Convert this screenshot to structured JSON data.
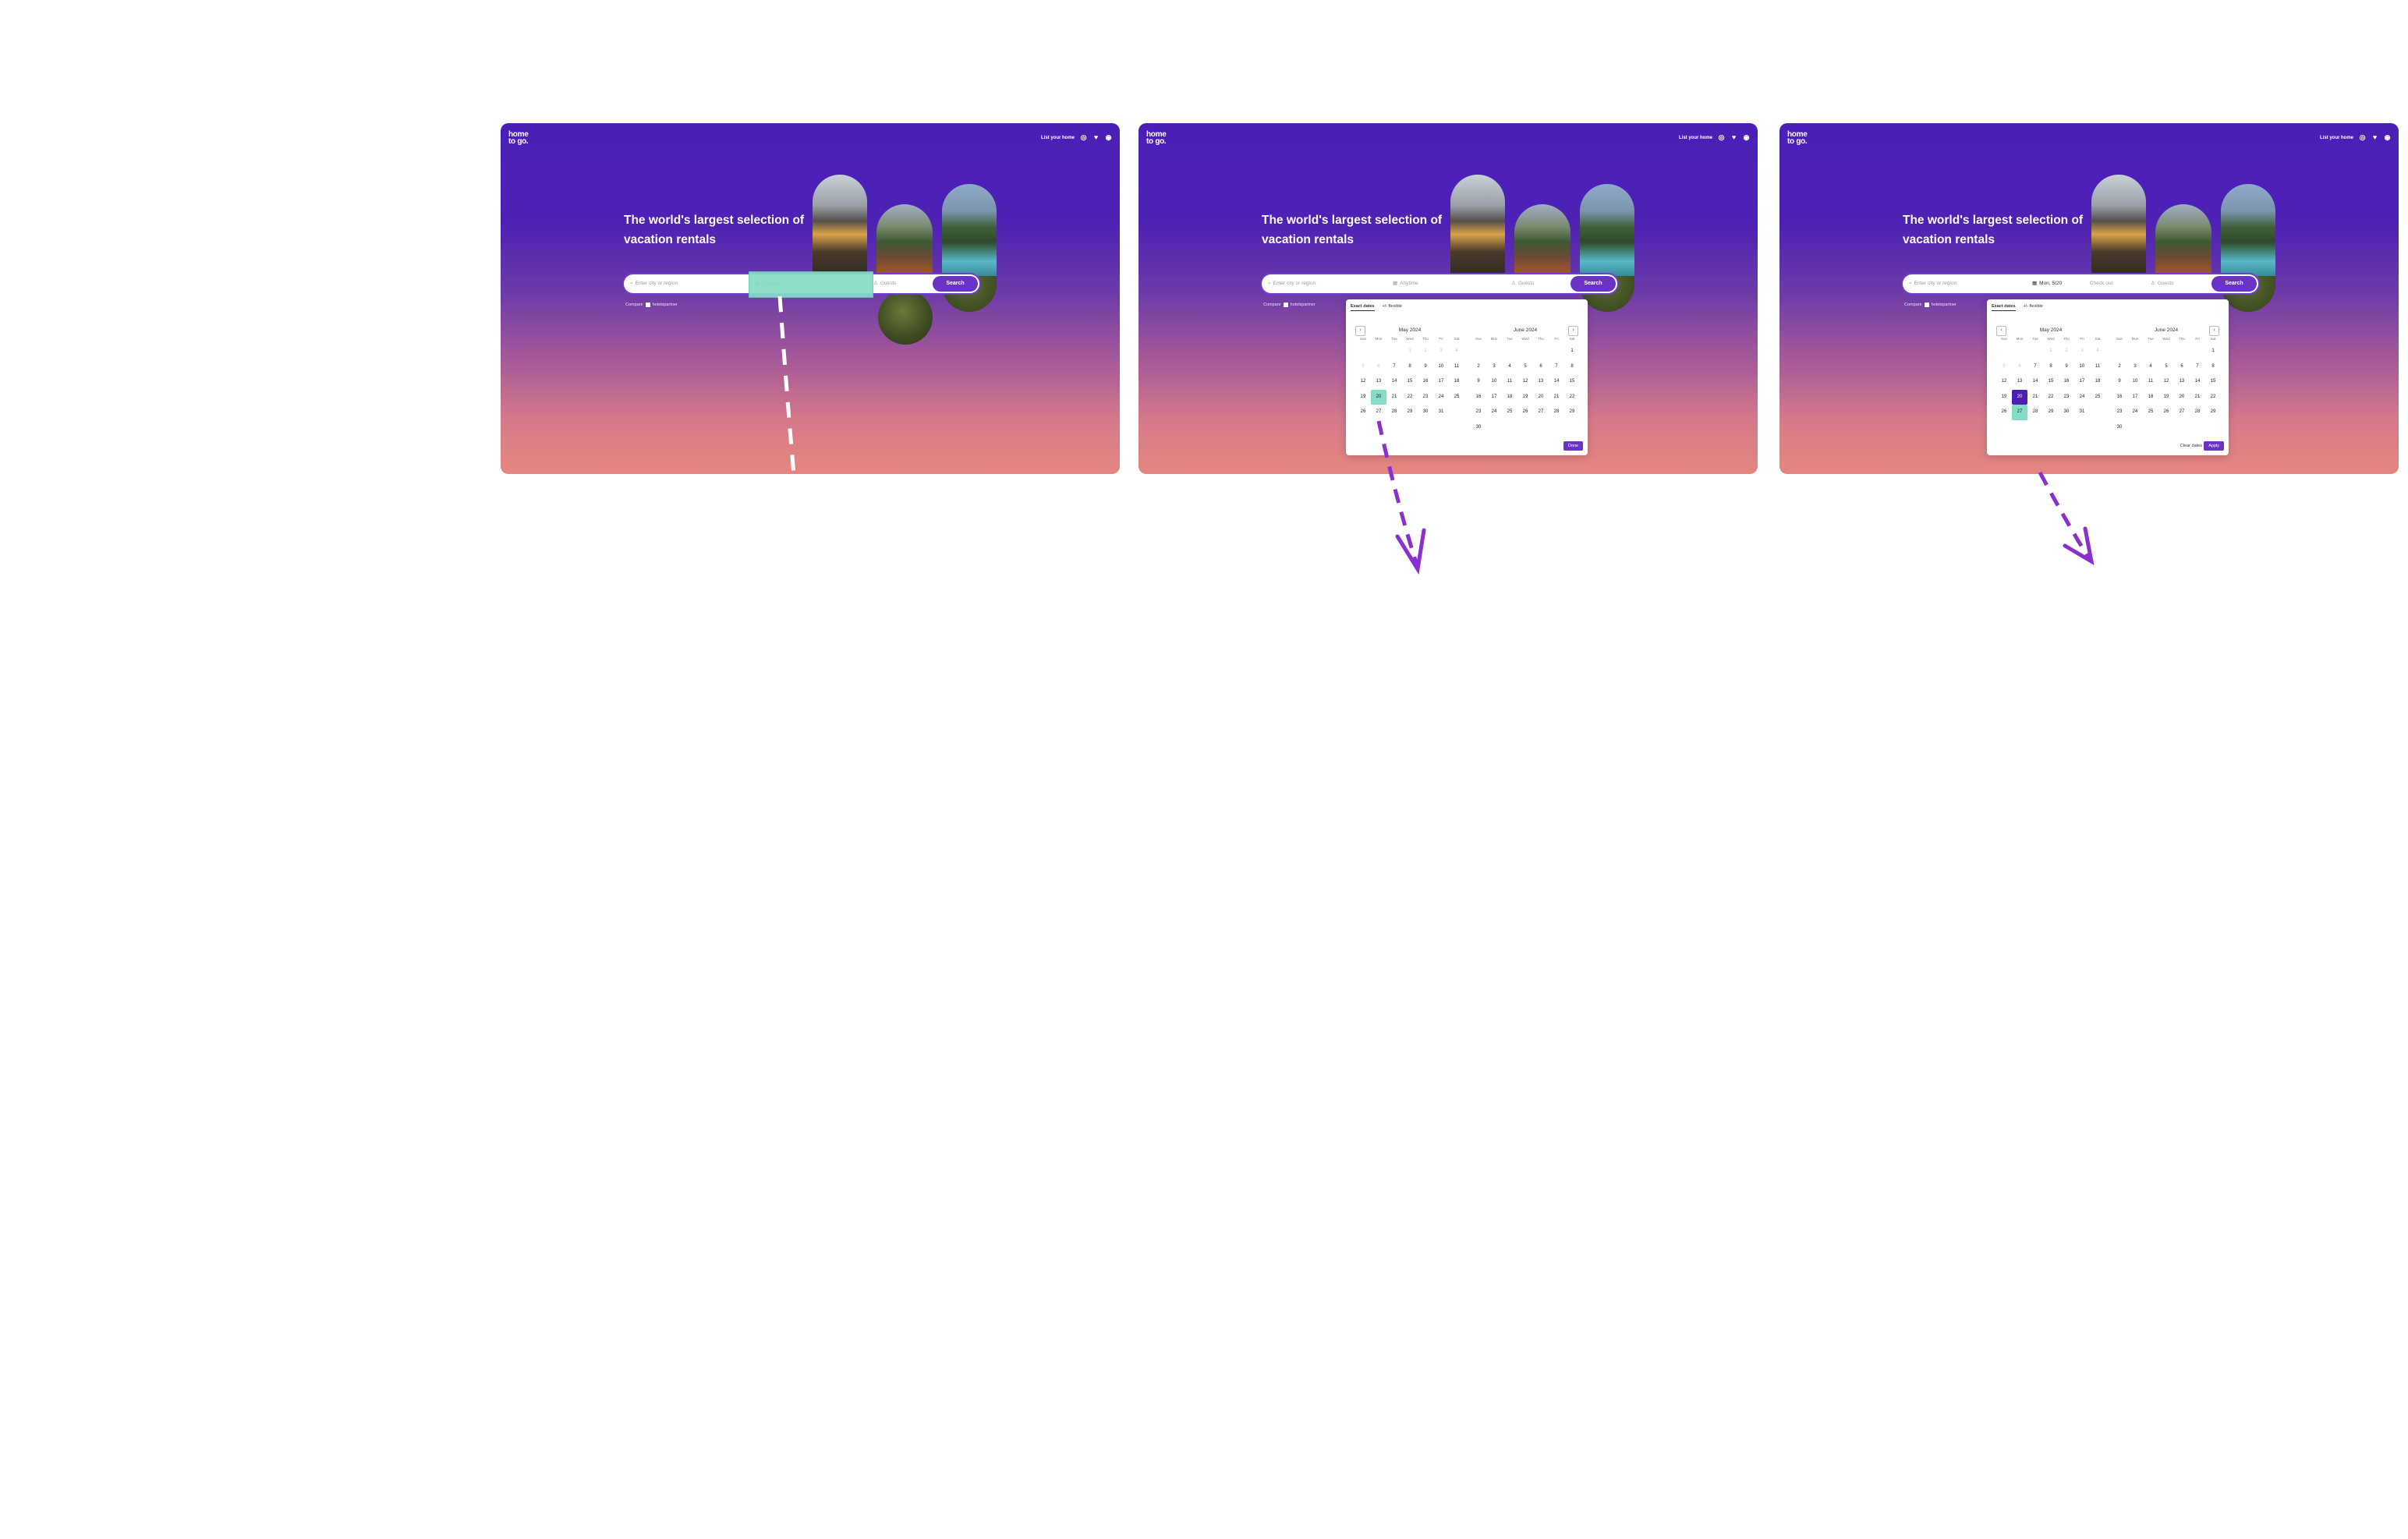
{
  "brand": {
    "logo_line1": "home",
    "logo_line2": "to go."
  },
  "nav": {
    "list_home": "List your home"
  },
  "hero": {
    "headline": "The world's largest selection of vacation rentals"
  },
  "search": {
    "destination_placeholder": "Enter city or region",
    "anytime_placeholder": "Anytime",
    "guests_placeholder": "Guests",
    "checkin_value": "Mon, 5/20",
    "checkout_placeholder": "Check out",
    "search_label": "Search"
  },
  "compare": {
    "label": "Compare",
    "partner": "hotelspartner"
  },
  "calendar": {
    "tabs": [
      "Exact dates",
      "+/- flexible"
    ],
    "weekdays": [
      "Sun",
      "Mon",
      "Tue",
      "Wed",
      "Thu",
      "Fri",
      "Sat"
    ],
    "may_title": "May 2024",
    "june_title": "June 2024",
    "done_label": "Done",
    "apply_label": "Apply",
    "clear_label": "Clear dates"
  },
  "colors": {
    "brand_purple": "#4a1fb8",
    "button_purple": "#6b32c8",
    "highlight_teal": "#86dcc6",
    "annotation_purple": "#8a2fd0"
  },
  "icons": [
    "globe-icon",
    "heart-icon",
    "user-icon",
    "search-icon",
    "calendar-icon",
    "person-icon"
  ]
}
